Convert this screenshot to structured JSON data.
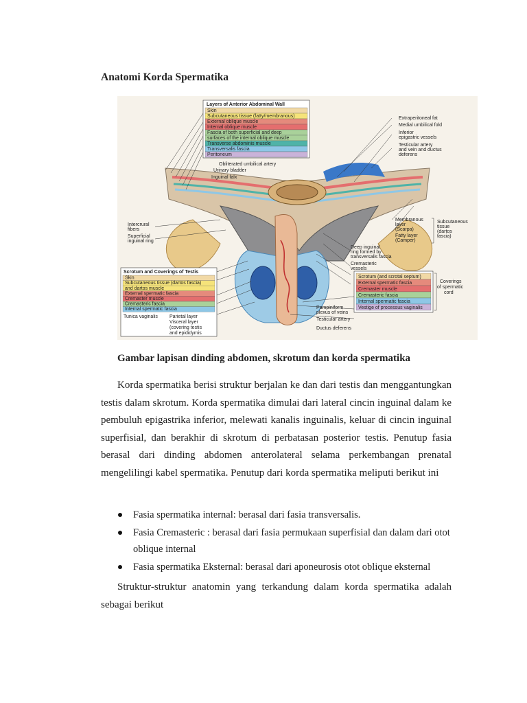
{
  "heading": "Anatomi Korda Spermatika",
  "figure": {
    "box1": {
      "title": "Layers of Anterior Abdominal Wall",
      "rows": [
        {
          "label": "Skin",
          "color": "#f1d9a6"
        },
        {
          "label": "Subcutaneous tissue (fatty/membranous)",
          "color": "#f5e37a"
        },
        {
          "label": "External oblique muscle",
          "color": "#e58a7c"
        },
        {
          "label": "Internal oblique muscle",
          "color": "#e46e6e"
        },
        {
          "label": "Fascia of both superficial and deep",
          "color": "#a9d19a"
        },
        {
          "label": "surfaces of the internal oblique muscle",
          "color": "#a9d19a"
        },
        {
          "label": "Transverse abdominis muscle",
          "color": "#4fb3a8"
        },
        {
          "label": "Transversalis fascia",
          "color": "#8ec7e6"
        },
        {
          "label": "Peritoneum",
          "color": "#c9b3d9"
        }
      ]
    },
    "box2": {
      "title": "Scrotum and Coverings of Testis",
      "rows": [
        {
          "label": "Skin",
          "color": "#f1d9a6"
        },
        {
          "label": "Subcutaneous tissue (dartos fascia)",
          "color": "#f5e37a"
        },
        {
          "label": "and dartos muscle",
          "color": "#f5e37a"
        },
        {
          "label": "External spermatic fascia",
          "color": "#e58a7c"
        },
        {
          "label": "Cremaster muscle",
          "color": "#e46e6e"
        },
        {
          "label": "Cremasteric fascia",
          "color": "#a9d19a"
        },
        {
          "label": "Internal spermatic fascia",
          "color": "#8ec7e6"
        }
      ],
      "tunica": "Tunica vaginalis",
      "tunica_parts": [
        "Parietal layer",
        "Visceral layer",
        "(covering testis",
        "and epididymis"
      ]
    },
    "box3": {
      "rows": [
        {
          "label": "Scrotum (and scrotal septum)",
          "color": "#f1d9a6"
        },
        {
          "label": "External spermatic fascia",
          "color": "#e58a7c"
        },
        {
          "label": "Cremaster muscle",
          "color": "#e46e6e"
        },
        {
          "label": "Cremasteric fascia",
          "color": "#a9d19a"
        },
        {
          "label": "Internal spermatic fascia",
          "color": "#8ec7e6"
        },
        {
          "label": "Vestige of processus vaginalis",
          "color": "#c9b3d9"
        }
      ],
      "group": [
        "Coverings",
        "of spermatic",
        "cord"
      ]
    },
    "labels": {
      "extraperitoneal": "Extraperitoneal fat",
      "medial_fold": "Medial umbilical fold",
      "inferior_epi": [
        "Inferior",
        "epigastric vessels"
      ],
      "testicular_artery_top": [
        "Testicular artery",
        "and vein and ductus",
        "deferens"
      ],
      "obliterated": "Obliterated umbilical artery",
      "urinary": "Urinary bladder",
      "inguinal_falx": "Inguinal falx",
      "membranous": [
        "Membranous",
        "layer",
        "(Scarpa)"
      ],
      "fatty": [
        "Fatty layer",
        "(Camper)"
      ],
      "subcut_group": [
        "Subcutaneous",
        "tissue",
        "(dartos",
        "fascia)"
      ],
      "intercrural": [
        "Intercrural",
        "fibers"
      ],
      "superficial_ring": [
        "Superficial",
        "inguinal ring"
      ],
      "deep_ring": [
        "Deep inguinal",
        "ring formed by",
        "transversalis fascia"
      ],
      "cremasteric_vessels": [
        "Cremasteric",
        "vessels"
      ],
      "pampiniform": [
        "Pampiniform",
        "plexus of veins"
      ],
      "testicular_artery": "Testicular artery",
      "ductus": "Ductus deferens"
    }
  },
  "caption": "Gambar lapisan dinding abdomen, skrotum dan korda spermatika",
  "paragraph1": "Korda spermatika berisi struktur berjalan ke dan dari testis dan menggantungkan testis dalam skrotum. Korda spermatika dimulai dari lateral cincin inguinal dalam ke pembuluh epigastrika inferior, melewati kanalis inguinalis, keluar di cincin inguinal superfisial, dan berakhir di skrotum di perbatasan posterior testis. Penutup fasia berasal dari dinding abdomen anterolateral selama perkembangan prenatal mengelilingi kabel spermatika. Penutup dari korda spermatika meliputi berikut ini",
  "bullets": [
    "Fasia spermatika internal: berasal dari fasia transversalis.",
    "Fasia Cremasteric : berasal dari fasia permukaan superfisial dan dalam dari otot oblique internal",
    "Fasia spermatika Eksternal: berasal dari aponeurosis otot oblique eksternal"
  ],
  "paragraph2": "Struktur-struktur anatomin yang terkandung dalam korda spermatika adalah sebagai berikut"
}
